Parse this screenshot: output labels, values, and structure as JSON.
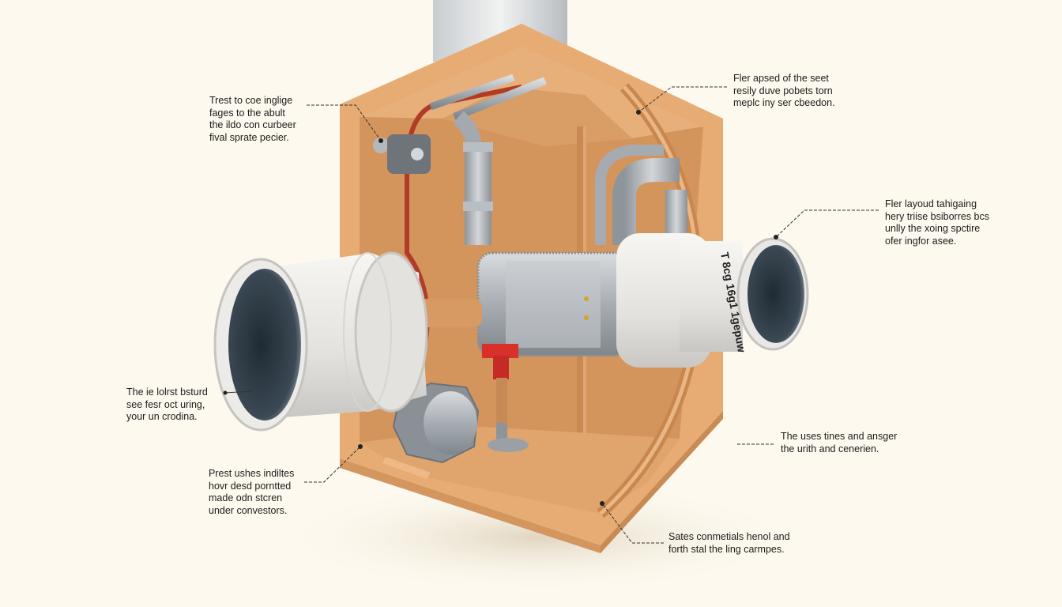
{
  "diagram": {
    "subject": "Cutaway illustration of a ventilation / plumbing enclosure box with ducts, pipes, fan motor and annotations",
    "colors": {
      "background": "#fdf9ef",
      "box_outer": "#e8b27a",
      "box_inner": "#d99a62",
      "box_floor": "#e3a870",
      "duct_white": "#eceae6",
      "duct_inner": "#2f3b45",
      "metal": "#aab0b6",
      "red_pipe": "#b8402a",
      "red_valve": "#d9302a",
      "text": "#1c1c1c"
    },
    "components": [
      {
        "name": "top vertical duct"
      },
      {
        "name": "left inlet duct"
      },
      {
        "name": "right outlet duct",
        "printed_text": "T 8cg 16g1 1gepuw"
      },
      {
        "name": "central insulated pipe"
      },
      {
        "name": "junction box"
      },
      {
        "name": "fan motor"
      },
      {
        "name": "red valve"
      },
      {
        "name": "red cable"
      }
    ],
    "annotations": [
      {
        "id": "top-left",
        "text": "Trest to coe inglige\nfages to the abult\nthe ildo con curbeer\nfival sprate pecier."
      },
      {
        "id": "top-right",
        "text": "Fler apsed of the seet\nresily duve pobets torn\nmeplc iny ser cbeedon."
      },
      {
        "id": "mid-right",
        "text": "Fler layoud tahigaing\nhery triise bsiborres bcs\nunlly the xoing spctire\nofer ingfor asee."
      },
      {
        "id": "mid-left",
        "text": "The ie lolrst bsturd\nsee fesr oct uring,\nyour un crodina."
      },
      {
        "id": "bottom-left",
        "text": "Prest ushes indiltes\nhovr desd porntted\nmade  odn stcren\nunder convestors."
      },
      {
        "id": "bottom-right-1",
        "text": "The uses tines and ansger\nthe urith and cenerien."
      },
      {
        "id": "bottom-right-2",
        "text": "Sates conmetials henol and\nforth stal the ling carmpes."
      }
    ]
  }
}
